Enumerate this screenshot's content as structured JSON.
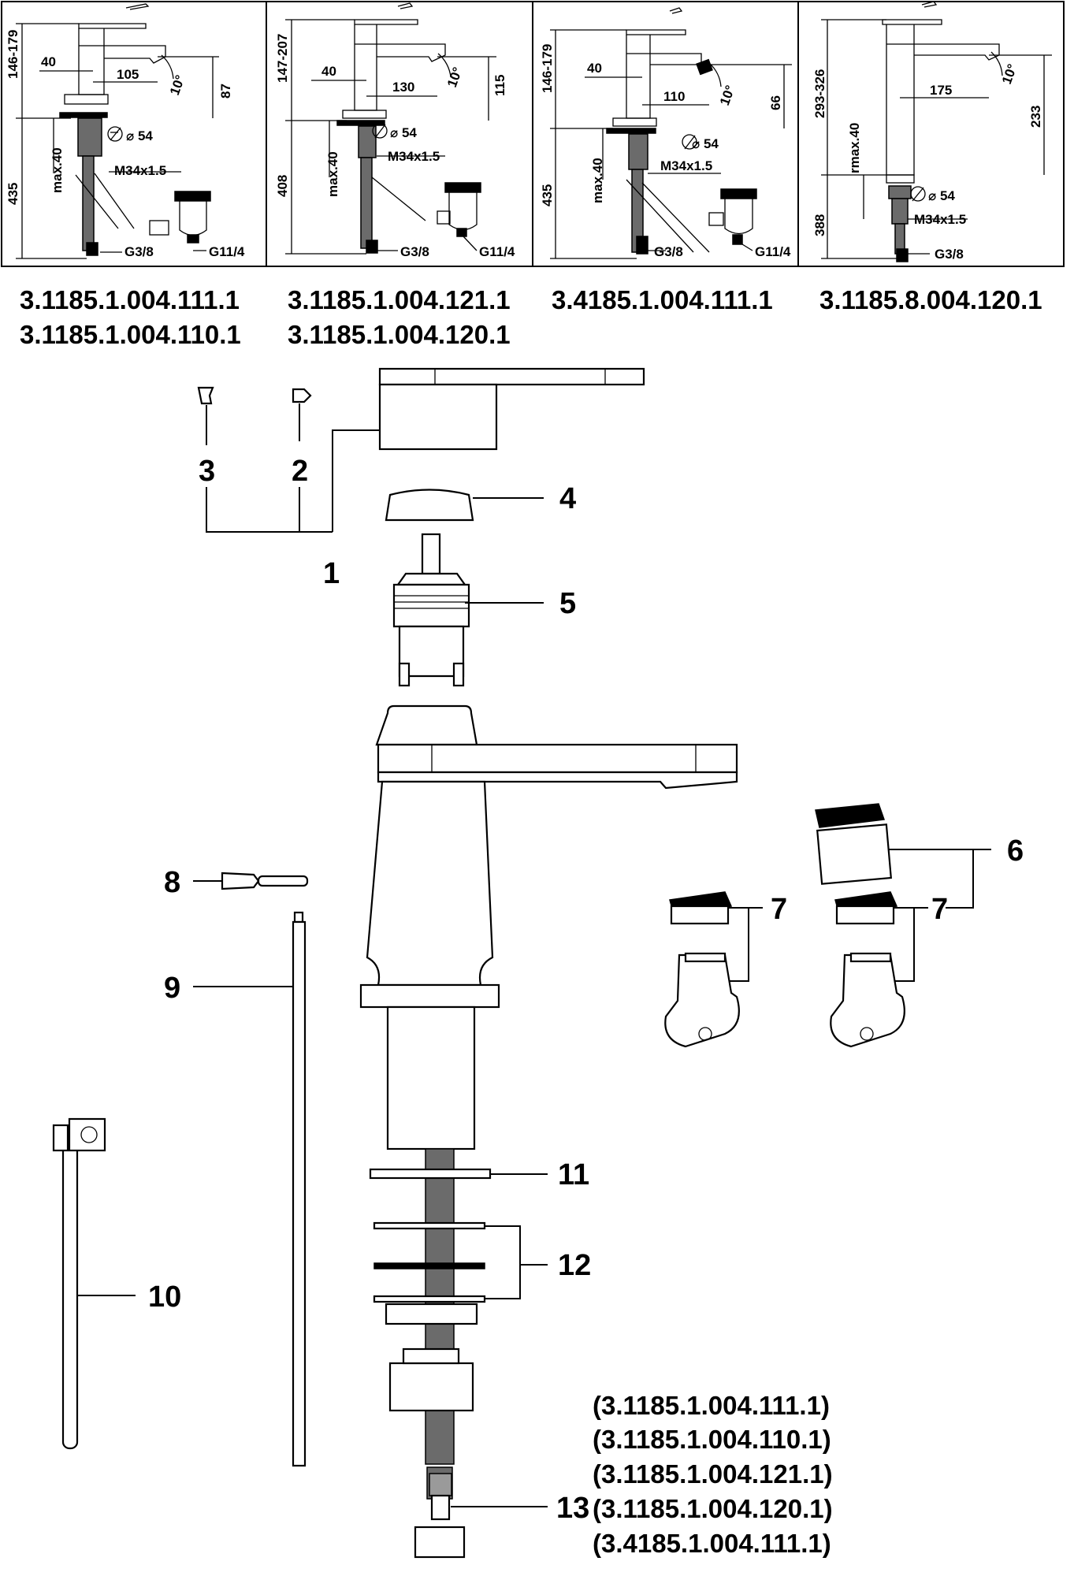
{
  "variants": [
    {
      "codes": [
        "3.1185.1.004.111.1",
        "3.1185.1.004.110.1"
      ],
      "dims": {
        "height_range": "146-179",
        "offset": "40",
        "reach": "105",
        "angle": "10°",
        "spout_height": "87",
        "diameter": "⌀ 54",
        "thread": "M34x1.5",
        "max_thickness": "max.40",
        "hose_length": "435",
        "connection": "G3/8",
        "waste": "G11/4"
      }
    },
    {
      "codes": [
        "3.1185.1.004.121.1",
        "3.1185.1.004.120.1"
      ],
      "dims": {
        "height_range": "147-207",
        "offset": "40",
        "reach": "130",
        "angle": "10°",
        "spout_height": "115",
        "diameter": "⌀ 54",
        "thread": "M34x1.5",
        "max_thickness": "max.40",
        "hose_length": "408",
        "connection": "G3/8",
        "waste": "G11/4"
      }
    },
    {
      "codes": [
        "3.4185.1.004.111.1"
      ],
      "dims": {
        "height_range": "146-179",
        "offset": "40",
        "reach": "110",
        "angle": "10°",
        "spout_height": "66",
        "diameter": "⌀ 54",
        "thread": "M34x1.5",
        "max_thickness": "max.40",
        "hose_length": "435",
        "connection": "G3/8",
        "waste": "G11/4"
      }
    },
    {
      "codes": [
        "3.1185.8.004.120.1"
      ],
      "dims": {
        "height_range": "293-326",
        "offset": "",
        "reach": "175",
        "angle": "10°",
        "spout_height": "233",
        "diameter": "⌀ 54",
        "thread": "M34x1.5",
        "max_thickness": "rmax.40",
        "hose_length": "388",
        "connection": "G3/8",
        "waste": ""
      }
    }
  ],
  "parts": {
    "p1": "1",
    "p2": "2",
    "p3": "3",
    "p4": "4",
    "p5": "5",
    "p6": "6",
    "p7a": "7",
    "p7b": "7",
    "p8": "8",
    "p9": "9",
    "p10": "10",
    "p11": "11",
    "p12": "12",
    "p13": "13"
  },
  "part13_notes": [
    "(3.1185.1.004.111.1)",
    "(3.1185.1.004.110.1)",
    "(3.1185.1.004.121.1)",
    "(3.1185.1.004.120.1)",
    "(3.4185.1.004.111.1)"
  ]
}
